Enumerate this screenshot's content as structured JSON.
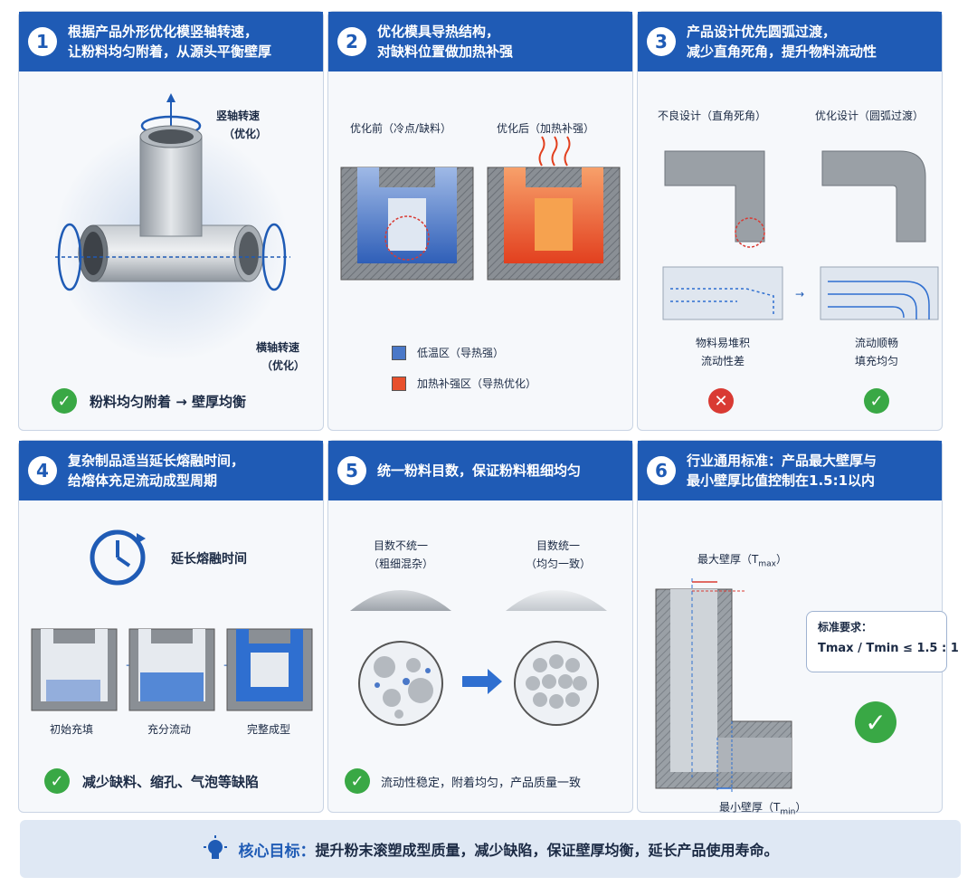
{
  "panels": [
    {
      "num": "1",
      "title_line1": "根据产品外形优化模竖轴转速，",
      "title_line2": "让粉料均匀附着，从源头平衡壁厚",
      "vertical_axis_label": "竖轴转速",
      "vertical_axis_sub": "（优化）",
      "horizontal_axis_label": "横轴转速",
      "horizontal_axis_sub": "（优化）",
      "result": "粉料均匀附着 → 壁厚均衡"
    },
    {
      "num": "2",
      "title_line1": "优化模具导热结构，",
      "title_line2": "对缺料位置做加热补强",
      "before_label": "优化前（冷点/缺料）",
      "after_label": "优化后（加热补强）",
      "legend_low": "低温区（导热强）",
      "legend_heat": "加热补强区（导热优化）",
      "colors": {
        "low": "#4a78c8",
        "heat": "#e8502c"
      }
    },
    {
      "num": "3",
      "title_line1": "产品设计优先圆弧过渡，",
      "title_line2": "减少直角死角，提升物料流动性",
      "bad_label": "不良设计（直角死角）",
      "good_label": "优化设计（圆弧过渡）",
      "bad_cap1": "物料易堆积",
      "bad_cap2": "流动性差",
      "good_cap1": "流动顺畅",
      "good_cap2": "填充均匀"
    },
    {
      "num": "4",
      "title_line1": "复杂制品适当延长熔融时间，",
      "title_line2": "给熔体充足流动成型周期",
      "clock_label": "延长熔融时间",
      "stage1": "初始充填",
      "stage2": "充分流动",
      "stage3": "完整成型",
      "result": "减少缺料、缩孔、气泡等缺陷"
    },
    {
      "num": "5",
      "title_line1": "统一粉料目数，保证粉料粗细均匀",
      "title_line2": "",
      "left_label1": "目数不统一",
      "left_label2": "（粗细混杂）",
      "right_label1": "目数统一",
      "right_label2": "（均匀一致）",
      "result": "流动性稳定，附着均匀，产品质量一致"
    },
    {
      "num": "6",
      "title_line1": "行业通用标准：产品最大壁厚与",
      "title_line2": "最小壁厚比值控制在1.5:1以内",
      "max_label": "最大壁厚（T",
      "max_sub": "max",
      "min_label": "最小壁厚（T",
      "min_sub": "min",
      "std_title": "标准要求：",
      "std_formula": "Tmax / Tmin ≤ 1.5 : 1"
    }
  ],
  "bottom": {
    "key": "核心目标：",
    "text": "提升粉末滚塑成型质量，减少缺陷，保证壁厚均衡，延长产品使用寿命。"
  },
  "colors": {
    "header": "#1f5bb5",
    "check": "#39a845",
    "cross": "#d93a33"
  }
}
